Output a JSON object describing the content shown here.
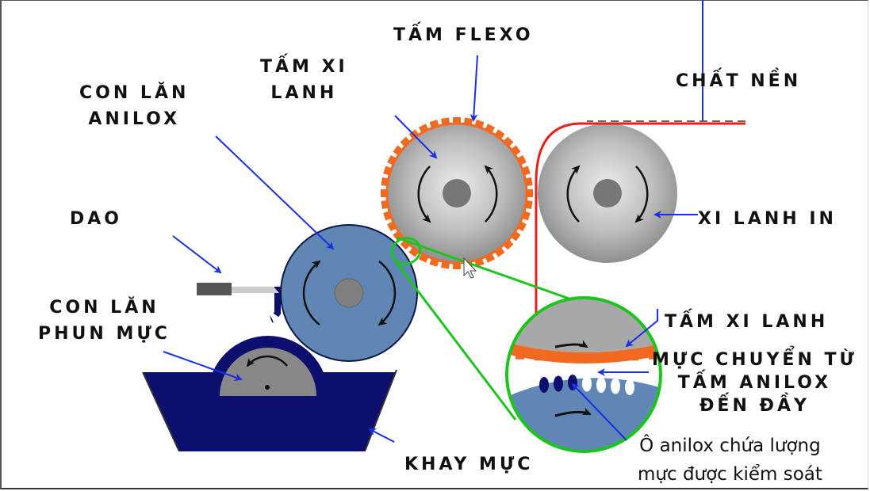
{
  "title": "Flexographic printing process diagram",
  "labels": {
    "tam_flexo": "TẤM FLEXO",
    "tam_xi_lanh_top_1": "TẤM XI",
    "tam_xi_lanh_top_2": "LANH",
    "chat_nen": "CHẤT NỀN",
    "con_lan_anilox_1": "CON LĂN",
    "con_lan_anilox_2": "ANILOX",
    "dao": "DAO",
    "xi_lanh_in": "XI LANH IN",
    "con_lan_phun_muc_1": "CON LĂN",
    "con_lan_phun_muc_2": "PHUN MỰC",
    "tam_xi_lanh_detail": "TẤM XI LANH",
    "muc_chuyen_1": "MỰC CHUYỂN TỪ",
    "muc_chuyen_2": "TẤM ANILOX",
    "muc_chuyen_3": "ĐẾN ĐẦY",
    "khay_muc": "KHAY MỰC",
    "anilox_note_1": "Ô anilox chứa lượng",
    "anilox_note_2": "mực được kiểm soát"
  },
  "colors": {
    "plate_orange": "#f26a21",
    "substrate_red": "#e8201a",
    "anilox_blue": "#5f86b4",
    "ink_navy": "#0d0f6e",
    "zoom_green": "#1dc41d",
    "pointer_blue": "#1a2ee6",
    "cylinder_gray": "#a8a8a8"
  }
}
